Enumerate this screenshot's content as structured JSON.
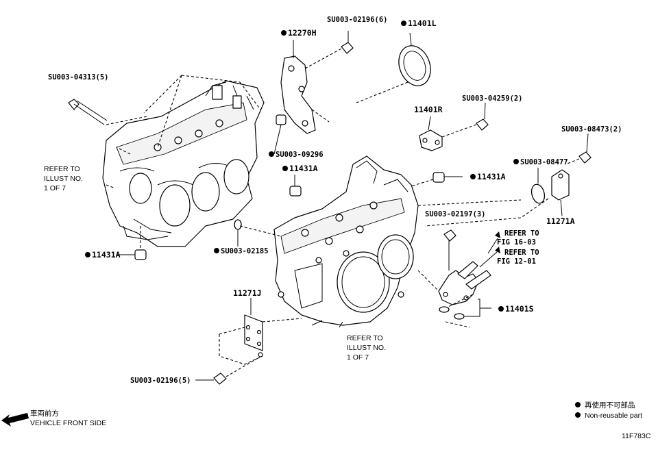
{
  "labels": {
    "bolt_04313": "SU003-04313(5)",
    "bracket_12270h": "12270H",
    "bolt_02196_top": "SU003-02196(6)",
    "seal_11401l": "11401L",
    "part_11401r": "11401R",
    "bolt_04259": "SU003-04259(2)",
    "bolt_08473": "SU003-08473(2)",
    "plug_09296": "SU003-09296",
    "plug_11431a_center": "11431A",
    "plug_11431a_right": "11431A",
    "gasket_08477": "SU003-08477",
    "cover_11271a": "11271A",
    "bolt_02197": "SU003-02197(3)",
    "plug_11431a_left": "11431A",
    "ring_02185": "SU003-02185",
    "cover_11271j": "11271J",
    "oring_11401s": "11401S",
    "bolt_02196_bottom": "SU003-02196(5)",
    "ref_left_1": "REFER TO",
    "ref_left_2": "ILLUST NO.",
    "ref_left_3": "1 OF 7",
    "ref_bottom_1": "REFER TO",
    "ref_bottom_2": "ILLUST NO.",
    "ref_bottom_3": "1 OF 7",
    "ref_fig1_1": "REFER TO",
    "ref_fig1_2": "FIG 16-03",
    "ref_fig2_1": "REFER TO",
    "ref_fig2_2": "FIG 12-01"
  },
  "legend": {
    "line1": "再使用不可部品",
    "line2": "Non-reusable part"
  },
  "direction": {
    "japanese": "車両前方",
    "english": "VEHICLE FRONT SIDE"
  },
  "figure_code": "11F783C"
}
